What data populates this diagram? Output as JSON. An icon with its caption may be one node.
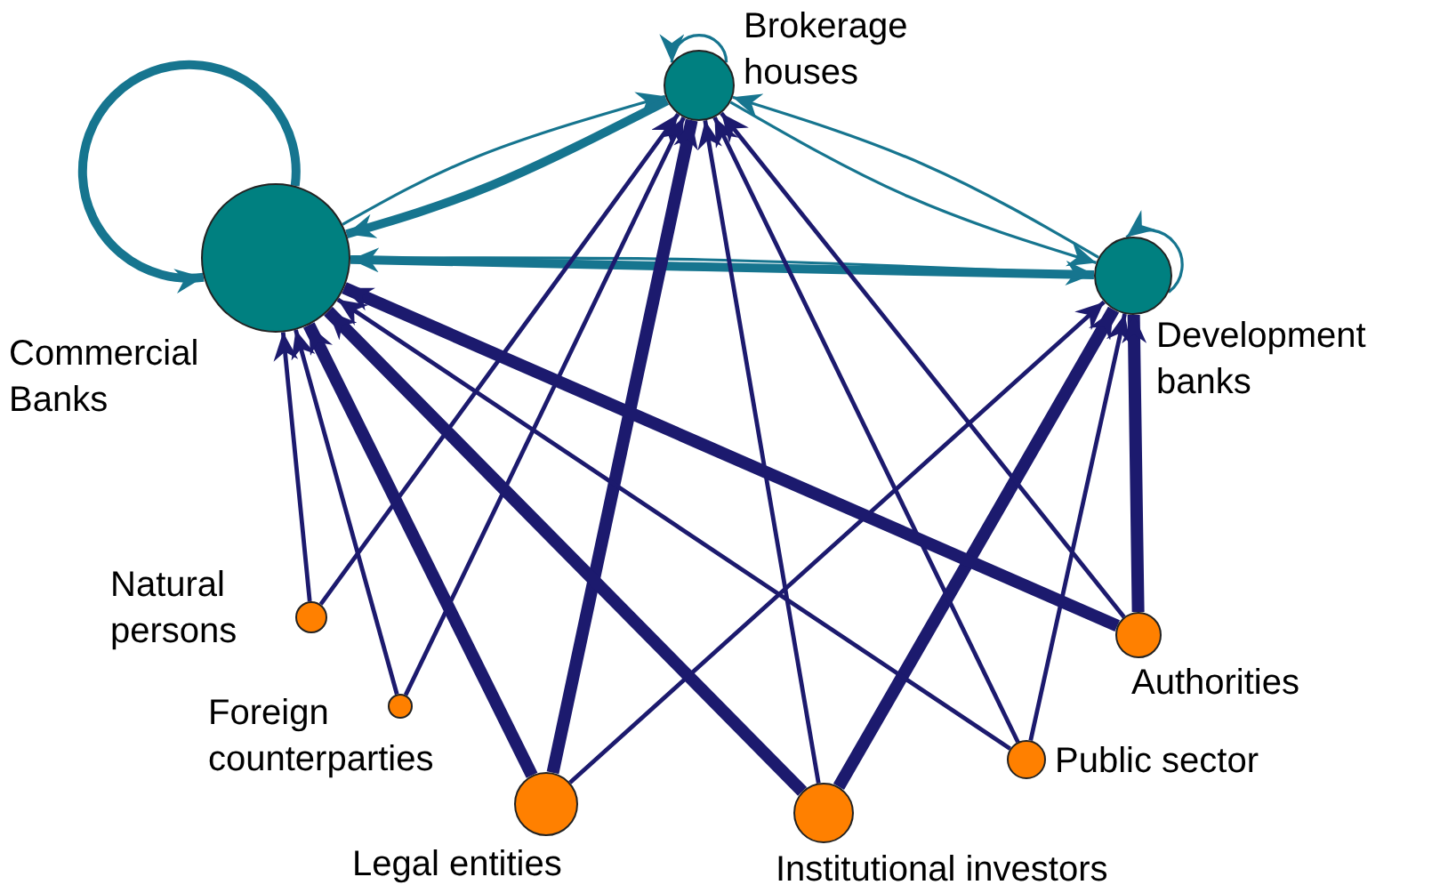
{
  "diagram": {
    "nodes": [
      {
        "text": [
          "Commercial Banks"
        ]
      },
      {
        "text": [
          "Brokerage houses"
        ]
      },
      {
        "text": [
          "Development banks"
        ]
      },
      {
        "text": [
          "Natural persons"
        ]
      },
      {
        "text": [
          "Foreign counterparties"
        ]
      },
      {
        "text": [
          "Legal entities"
        ]
      },
      {
        "text": [
          "Institutional investors"
        ]
      },
      {
        "text": [
          "Public sector"
        ]
      },
      {
        "text": [
          "Authorities"
        ]
      }
    ],
    "edges": [
      {
        "from": 0,
        "to": 0,
        "arrow": "to",
        "style": "thick",
        "color": "#16758f"
      },
      {
        "from": 1,
        "to": 1,
        "arrow": "to",
        "color": "#16758f"
      },
      {
        "from": 2,
        "to": 2,
        "arrow": "to",
        "color": "#16758f"
      },
      {
        "from": 0,
        "to": 1,
        "arrow": "to",
        "color": "#16758f"
      },
      {
        "from": 1,
        "to": 0,
        "arrow": "to",
        "style": "thick",
        "color": "#16758f"
      },
      {
        "from": 0,
        "to": 2,
        "arrow": "to",
        "color": "#16758f"
      },
      {
        "from": 1,
        "to": 2,
        "arrow": "to",
        "color": "#16758f"
      },
      {
        "from": 2,
        "to": 1,
        "arrow": "to",
        "color": "#16758f"
      },
      {
        "from": 2,
        "to": 0,
        "arrow": "to",
        "style": "thick",
        "color": "#16758f"
      },
      {
        "from": 3,
        "to": 0,
        "arrow": "to"
      },
      {
        "from": 3,
        "to": 1,
        "arrow": "to"
      },
      {
        "from": 4,
        "to": 0,
        "arrow": "to"
      },
      {
        "from": 4,
        "to": 1,
        "arrow": "to"
      },
      {
        "from": 5,
        "to": 0,
        "arrow": "to",
        "style": "thick"
      },
      {
        "from": 5,
        "to": 1,
        "arrow": "to",
        "style": "thick"
      },
      {
        "from": 5,
        "to": 2,
        "arrow": "to"
      },
      {
        "from": 6,
        "to": 0,
        "arrow": "to",
        "style": "thick"
      },
      {
        "from": 6,
        "to": 1,
        "arrow": "to"
      },
      {
        "from": 6,
        "to": 2,
        "arrow": "to",
        "style": "thick"
      },
      {
        "from": 7,
        "to": 0,
        "arrow": "to"
      },
      {
        "from": 7,
        "to": 1,
        "arrow": "to"
      },
      {
        "from": 7,
        "to": 2,
        "arrow": "to"
      },
      {
        "from": 8,
        "to": 0,
        "arrow": "to",
        "style": "thick"
      },
      {
        "from": 8,
        "to": 1,
        "arrow": "to"
      },
      {
        "from": 8,
        "to": 2,
        "arrow": "to",
        "style": "thick"
      }
    ]
  }
}
